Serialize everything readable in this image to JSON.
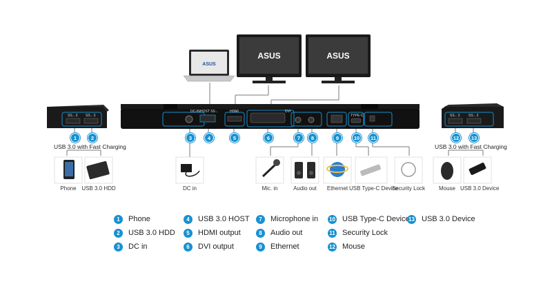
{
  "colors": {
    "accent": "#1791d1",
    "dock": "#111111",
    "line": "#7a7a7a"
  },
  "devices": {
    "laptop_brand": "ASUS",
    "monitor_brand": "ASUS"
  },
  "port_labels": {
    "usb_left_a": "SS←3",
    "usb_left_b": "SS←3",
    "dc": "DC-IN",
    "host": "HOST SS←",
    "hdmi": "HDMI",
    "dvi": "DVI",
    "typec": "TYPE-C",
    "usb_right_a": "SS←3",
    "usb_right_b": "SS←3"
  },
  "headers": {
    "left": "USB 3.0 with Fast Charging",
    "right": "USB 3.0 with Fast Charging"
  },
  "callouts": {
    "n1": "1",
    "n2": "2",
    "n3": "3",
    "n4": "4",
    "n5": "5",
    "n6": "6",
    "n7": "7",
    "n8": "8",
    "n9": "9",
    "n10": "10",
    "n11": "11",
    "n12": "12",
    "n13": "13"
  },
  "device_labels": {
    "phone": "Phone",
    "hdd": "USB 3.0 HDD",
    "dcin": "DC in",
    "mic": "Mic. in",
    "audio": "Audio out",
    "ethernet": "Ethernet",
    "typec": "USB Type-C Device",
    "lock": "Security Lock",
    "mouse": "Mouse",
    "usbdev": "USB 3.0 Device"
  },
  "legend": [
    {
      "num": "1",
      "text": "Phone"
    },
    {
      "num": "2",
      "text": "USB 3.0 HDD"
    },
    {
      "num": "3",
      "text": "DC in"
    },
    {
      "num": "4",
      "text": "USB 3.0 HOST"
    },
    {
      "num": "5",
      "text": "HDMI output"
    },
    {
      "num": "6",
      "text": "DVI output"
    },
    {
      "num": "7",
      "text": "Microphone in"
    },
    {
      "num": "8",
      "text": "Audio out"
    },
    {
      "num": "9",
      "text": "Ethernet"
    },
    {
      "num": "10",
      "text": "USB Type-C Device"
    },
    {
      "num": "11",
      "text": "Security Lock"
    },
    {
      "num": "12",
      "text": "Mouse"
    },
    {
      "num": "13",
      "text": "USB 3.0 Device"
    }
  ]
}
